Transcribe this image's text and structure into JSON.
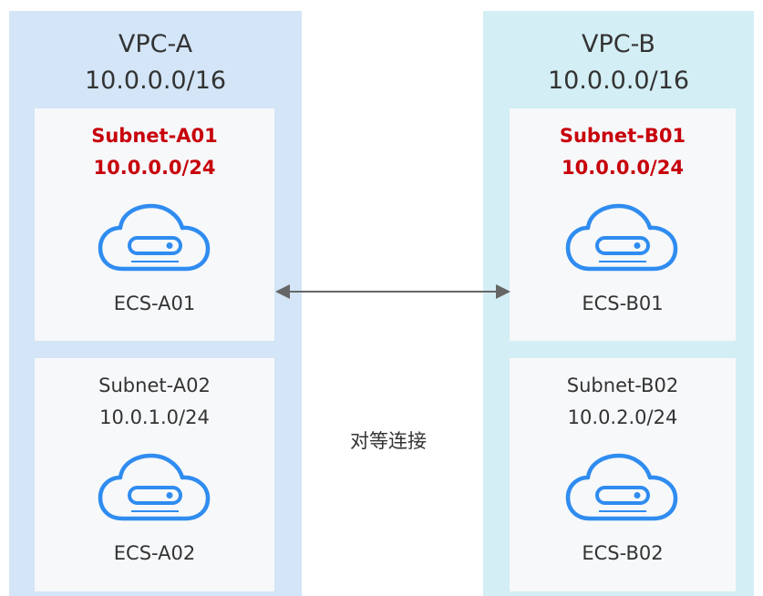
{
  "vpcs": [
    {
      "name": "VPC-A",
      "cidr": "10.0.0.0/16",
      "subnets": [
        {
          "name": "Subnet-A01",
          "cidr": "10.0.0.0/24",
          "ecs": "ECS-A01"
        },
        {
          "name": "Subnet-A02",
          "cidr": "10.0.1.0/24",
          "ecs": "ECS-A02"
        }
      ]
    },
    {
      "name": "VPC-B",
      "cidr": "10.0.0.0/16",
      "subnets": [
        {
          "name": "Subnet-B01",
          "cidr": "10.0.0.0/24",
          "ecs": "ECS-B01"
        },
        {
          "name": "Subnet-B02",
          "cidr": "10.0.2.0/24",
          "ecs": "ECS-B02"
        }
      ]
    }
  ],
  "peering": {
    "label": "对等连接"
  },
  "colors": {
    "vpc_a_bg": "#d3e5f7",
    "vpc_b_bg": "#d3eef4",
    "subnet_bg": "#f7f8fa",
    "highlight_text": "#c7000b",
    "cloud_icon": "#2f8cf0",
    "arrow": "#666666"
  }
}
